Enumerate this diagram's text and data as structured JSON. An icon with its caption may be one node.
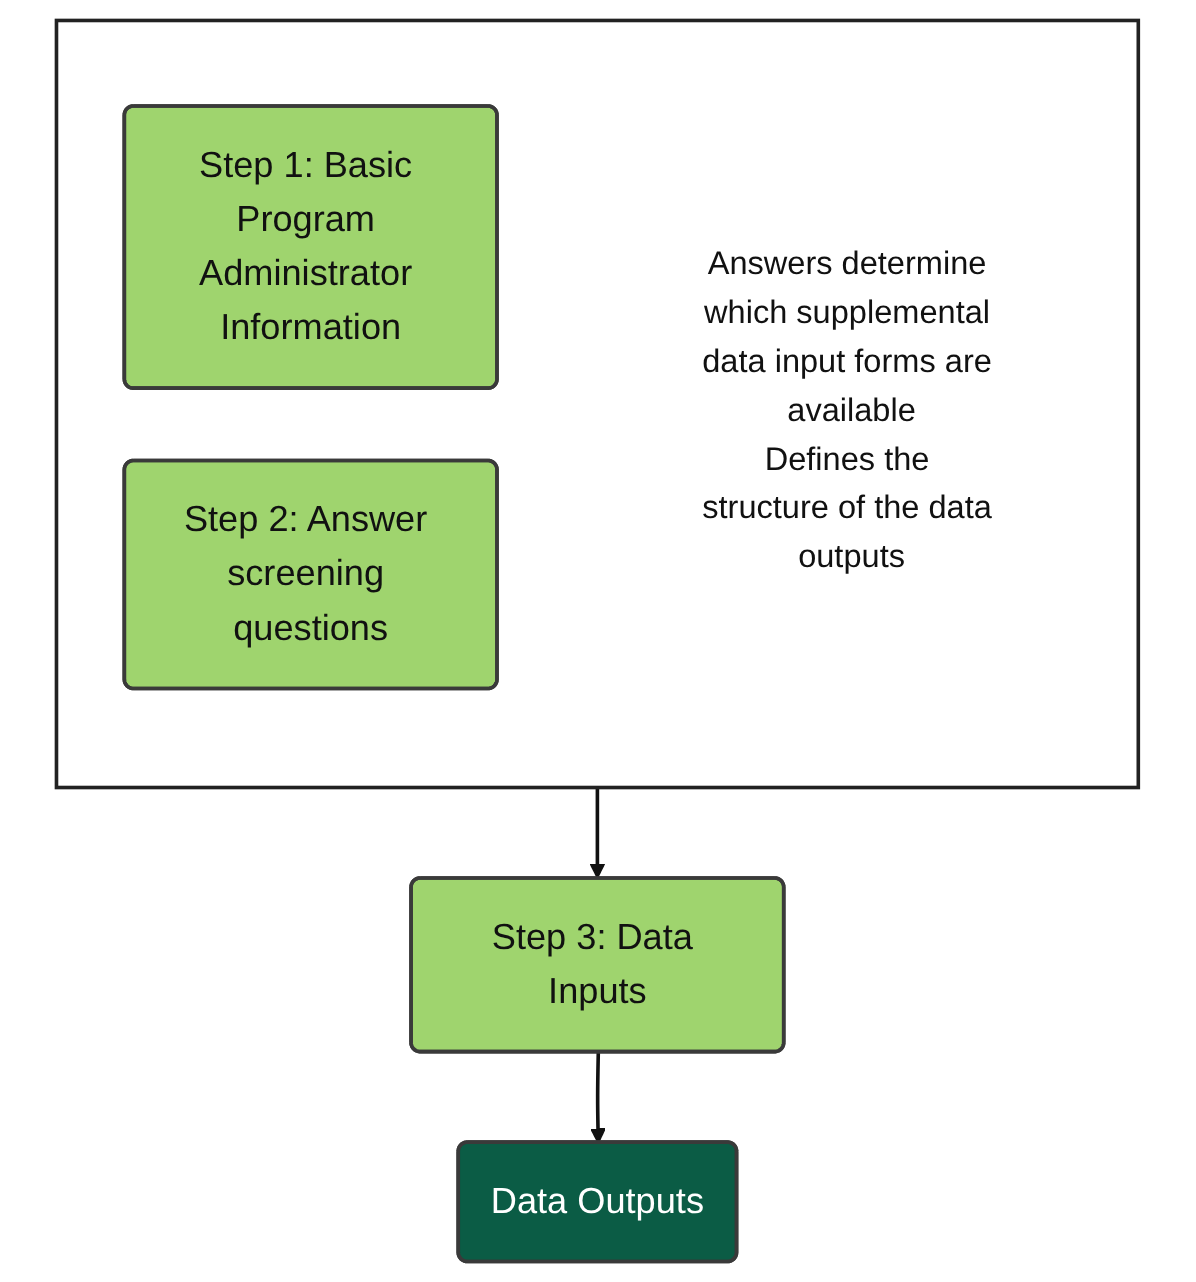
{
  "diagram": {
    "nodes": [
      {
        "text": [
          "Answers determine which supplemental data input forms are available",
          "Defines the structure of the data outputs"
        ]
      },
      {
        "text": [
          "Step 1: Basic Program Administrator Information"
        ],
        "in": 0
      },
      {
        "text": [
          "Step 2: Answer screening questions"
        ],
        "in": 0
      },
      {
        "text": [
          "Step 3: Data Inputs"
        ]
      },
      {
        "text": [
          "Data Outputs"
        ]
      }
    ],
    "edges": [
      {
        "from": 0,
        "to": 3,
        "arrow": "to"
      },
      {
        "from": 3,
        "to": 4,
        "arrow": "to"
      }
    ]
  }
}
